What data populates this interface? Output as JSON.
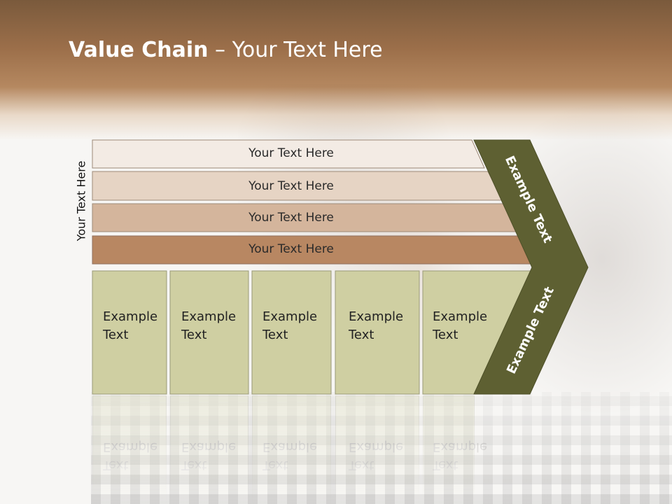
{
  "slide": {
    "title_bold": "Value Chain",
    "title_rest": " – Your Text Here",
    "side_label": "Your Text Here"
  },
  "rows": [
    "Your Text Here",
    "Your Text Here",
    "Your Text Here",
    "Your Text Here"
  ],
  "row_colors": [
    "#f3ebe4",
    "#e6d4c4",
    "#d4b59c",
    "#b88762"
  ],
  "boxes": [
    {
      "line1": "Example",
      "line2": "Text"
    },
    {
      "line1": "Example",
      "line2": "Text"
    },
    {
      "line1": "Example",
      "line2": "Text"
    },
    {
      "line1": "Example",
      "line2": "Text"
    },
    {
      "line1": "Example",
      "line2": "Text"
    }
  ],
  "box_color": "#cfcfa2",
  "chevron": {
    "upper_label": "Example Text",
    "lower_label": "Example Text",
    "color": "#5e6032"
  },
  "colors": {
    "header_brown": "#9c6f4a",
    "border": "#8f7f70"
  }
}
